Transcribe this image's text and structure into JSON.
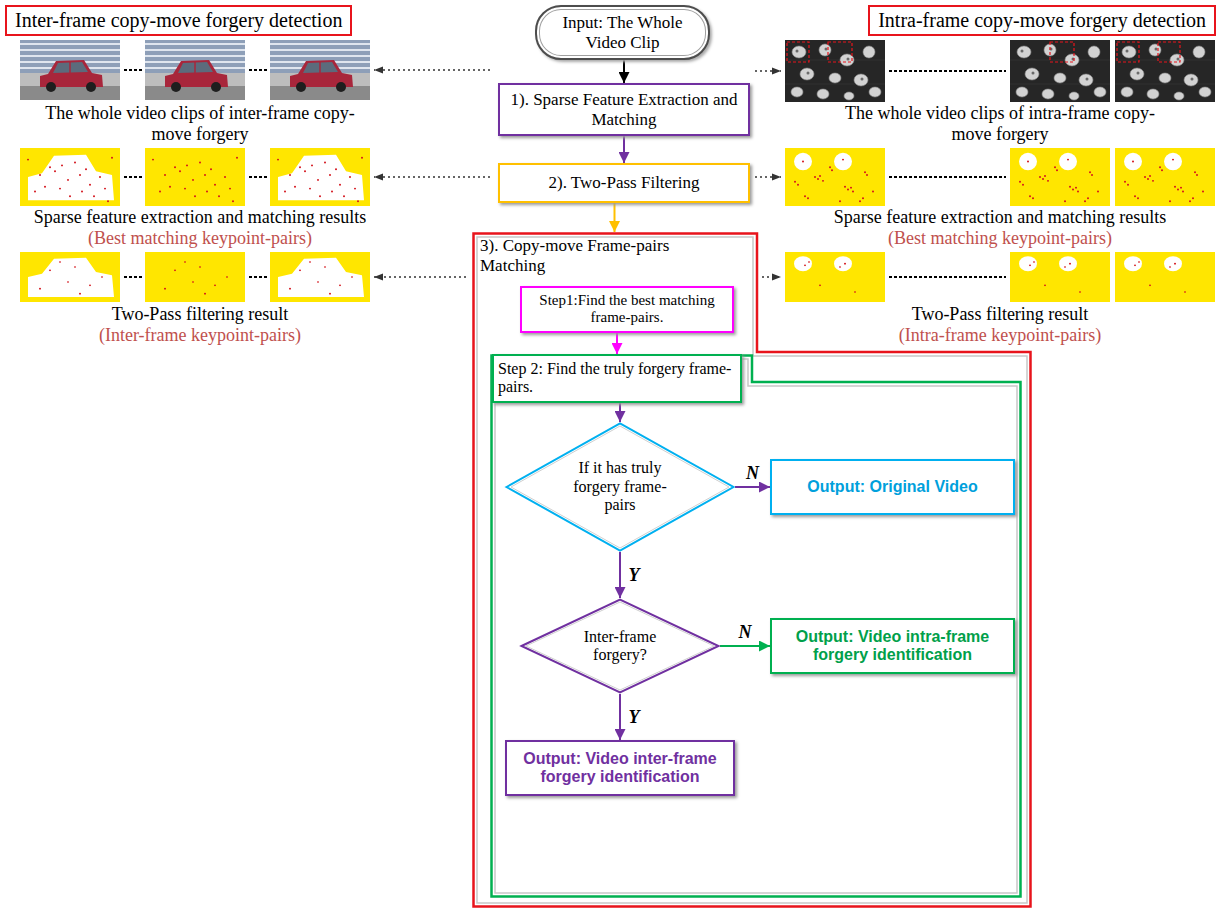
{
  "diagram": {
    "nodes": [
      {
        "text": [
          "Inter-frame copy-move forgery detection"
        ]
      },
      {
        "text": [
          "Input: The Whole Video Clip"
        ]
      },
      {
        "text": [
          "Intra-frame copy-move forgery detection"
        ]
      },
      {
        "text": [
          "1). Sparse Feature Extraction and Matching"
        ]
      },
      {
        "text": [
          "2). Two-Pass Filtering"
        ]
      },
      {
        "text": [
          "3). Copy-move Frame-pairs Matching"
        ]
      },
      {
        "text": [
          "Step1:Find the best matching frame-pairs."
        ],
        "in": 5
      },
      {
        "text": [
          "Step 2: Find the truly forgery frame-pairs."
        ],
        "in": 5
      },
      {
        "text": [
          "If it has truly forgery frame-pairs"
        ],
        "in": 7
      },
      {
        "text": [
          "Output: Original Video"
        ],
        "in": 7
      },
      {
        "text": [
          "Inter-frame forgery?"
        ],
        "in": 7
      },
      {
        "text": [
          "Output: Video intra-frame forgery identification"
        ],
        "in": 7
      },
      {
        "text": [
          "Output: Video inter-frame forgery identification"
        ],
        "in": 7
      }
    ],
    "edges": [
      {
        "from": 1,
        "to": 3,
        "arrow": "to"
      },
      {
        "from": 3,
        "to": 4,
        "arrow": "to"
      },
      {
        "from": 4,
        "to": 5,
        "arrow": "to"
      },
      {
        "from": 6,
        "to": 7,
        "arrow": "to"
      },
      {
        "from": 7,
        "to": 8,
        "arrow": "to"
      },
      {
        "from": 8,
        "to": 9,
        "label": "N",
        "arrow": "to"
      },
      {
        "from": 8,
        "to": 10,
        "label": "Y",
        "arrow": "to"
      },
      {
        "from": 10,
        "to": 11,
        "label": "N",
        "arrow": "to"
      },
      {
        "from": 10,
        "to": 12,
        "label": "Y",
        "arrow": "to"
      }
    ],
    "labels": [
      "The whole video clips of inter-frame copy-move forgery",
      "The whole video clips of intra-frame copy-move forgery",
      "Sparse feature extraction and matching results",
      "(Best matching keypoint-pairs)",
      "Sparse feature extraction and matching results",
      "(Best matching keypoint-pairs)",
      "Two-Pass filtering result",
      "(Inter-frame keypoint-pairs)",
      "Two-Pass filtering result",
      "(Intra-frame keypoint-pairs)"
    ]
  }
}
